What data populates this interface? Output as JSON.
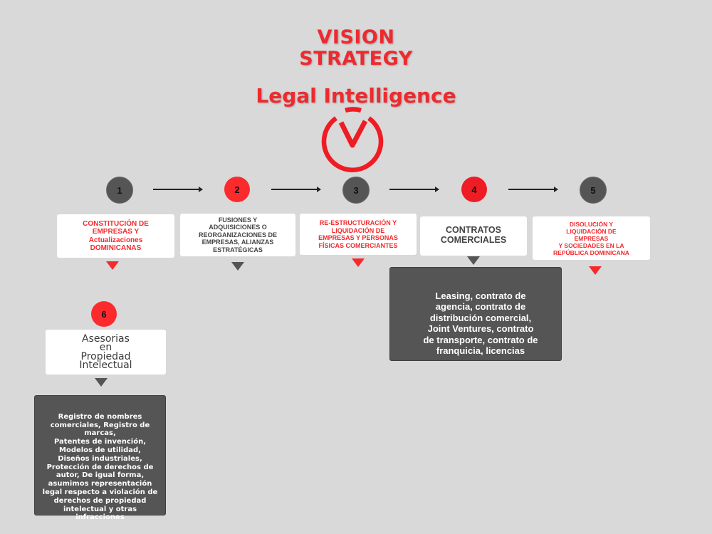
{
  "header": {
    "title_line1": "VISION",
    "title_line2": "STRATEGY",
    "subtitle": "Legal Intelligence",
    "logo_icon": "v-circle-logo-icon"
  },
  "colors": {
    "accent_red": "#ee2a2f",
    "dark": "#555555",
    "background": "#d9d9d9"
  },
  "steps": [
    {
      "number": "1",
      "label": "CONSTITUCIÓN DE\nEMPRESAS Y\nActualizaciones\nDOMINICANAS"
    },
    {
      "number": "2",
      "label": "FUSIONES Y\nADQUISICIONES O\nREORGANIZACIONES DE\nEMPRESAS, ALIANZAS\nESTRATÉGICAS"
    },
    {
      "number": "3",
      "label": "RE-ESTRUCTURACIÓN Y\nLIQUIDACIÓN DE\nEMPRESAS Y PERSONAS\nFÍSICAS COMERCIANTES"
    },
    {
      "number": "4",
      "label": "CONTRATOS\nCOMERCIALES",
      "detail": "Leasing, contrato de\nagencia, contrato de\ndistribución comercial,\nJoint Ventures,  contrato\nde transporte, contrato de\nfranquicia, licencias"
    },
    {
      "number": "5",
      "label": "DISOLUCIÓN Y\nLIQUIDACIÓN DE\nEMPRESAS\nY SOCIEDADES EN LA\nREPÚBLICA DOMINICANA"
    },
    {
      "number": "6",
      "label": "Asesorias\nen\nPropiedad\nIntelectual",
      "detail": "Registro de nombres\ncomerciales, Registro de\nmarcas,\nPatentes de invención,\nModelos de utilidad,\nDiseños industriales,\nProtección de derechos de\nautor,  De igual forma,\nasumimos representación\nlegal respecto a violación de\nderechos de propiedad\nintelectual y otras\ninfracciones"
    }
  ]
}
